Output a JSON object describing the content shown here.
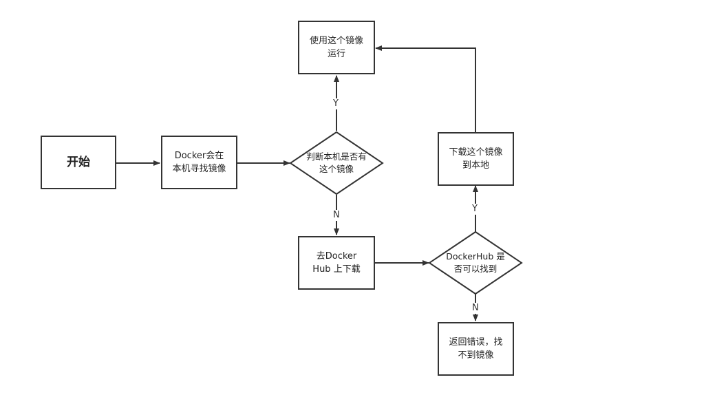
{
  "nodes": {
    "start": "开始",
    "search_local": "Docker会在\n本机寻找镜像",
    "check_local": "判断本机是否有\n这个镜像",
    "run_image": "使用这个镜像\n运行",
    "go_dockerhub": "去Docker\nHub 上下载",
    "check_hub": "DockerHub 是\n否可以找到",
    "download_local": "下载这个镜像\n到本地",
    "error": "返回错误，找\n不到镜像"
  },
  "edges": {
    "local_yes": "Y",
    "local_no": "N",
    "hub_yes": "Y",
    "hub_no": "N"
  },
  "colors": {
    "stroke": "#333333",
    "background": "#ffffff"
  }
}
